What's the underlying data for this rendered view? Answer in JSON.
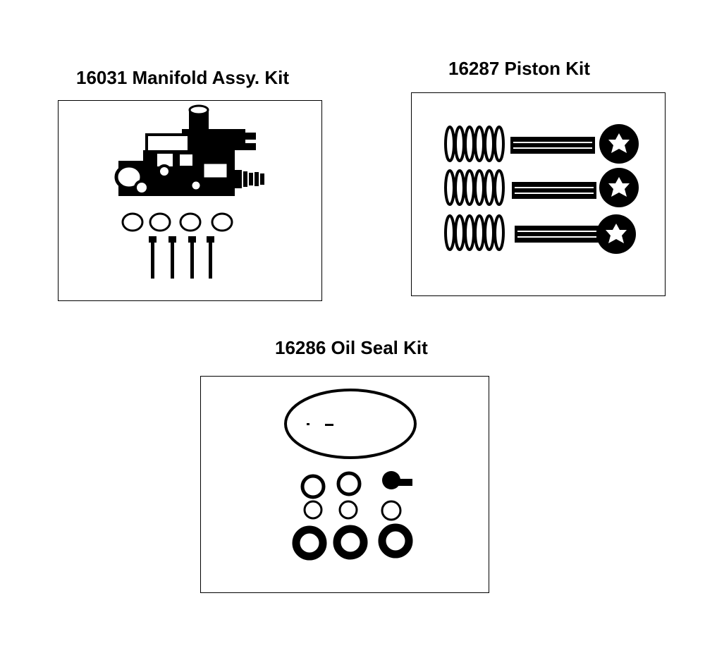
{
  "kits": {
    "manifold": {
      "title": "16031 Manifold Assy. Kit"
    },
    "piston": {
      "title": "16287 Piston Kit"
    },
    "oil_seal": {
      "title": "16286 Oil Seal Kit"
    }
  },
  "colors": {
    "ink": "#000000",
    "paper": "#ffffff"
  }
}
